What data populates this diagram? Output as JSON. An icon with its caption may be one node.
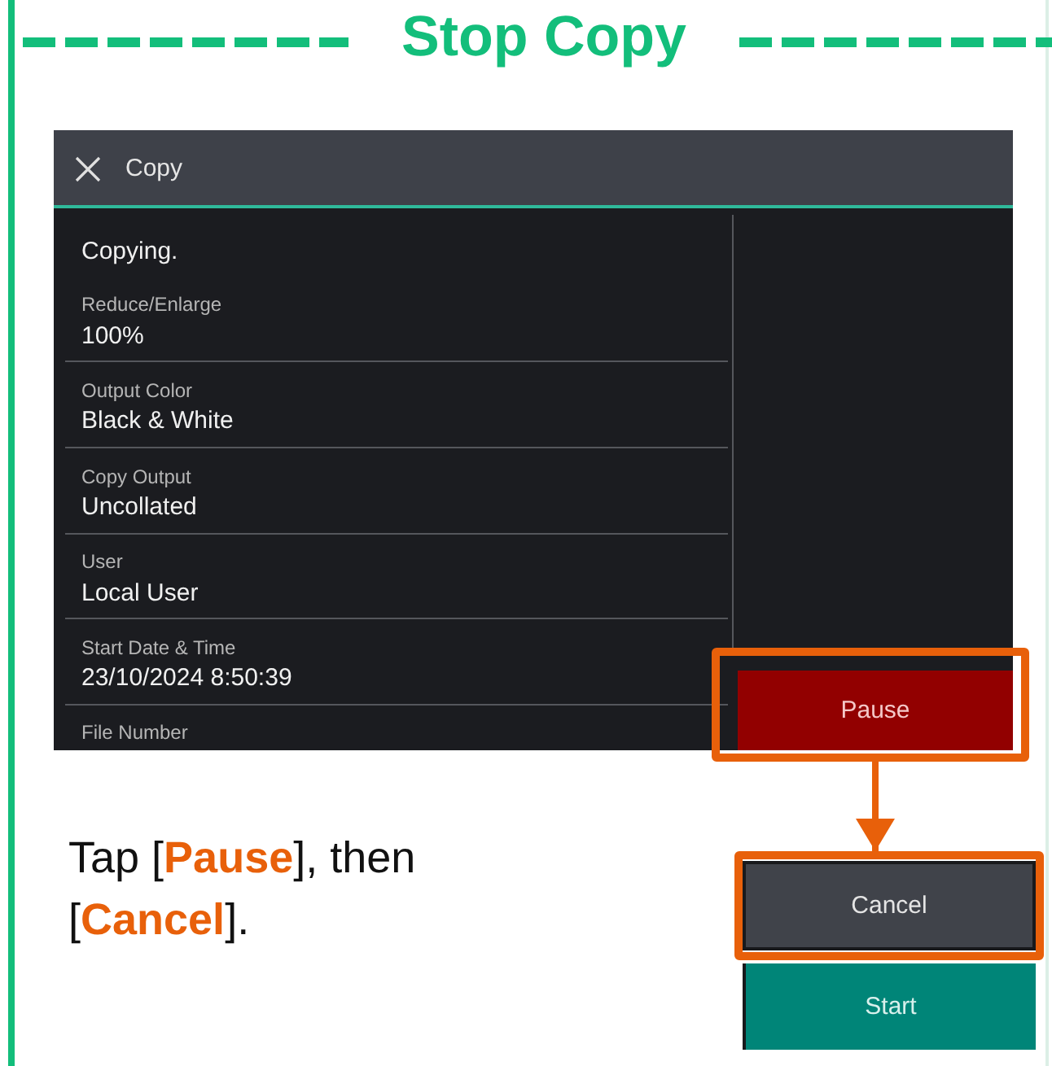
{
  "diagram": {
    "title": "Stop Copy",
    "nodes": [
      {
        "text": [
          "Pause"
        ]
      },
      {
        "text": [
          "Cancel"
        ]
      },
      {
        "text": [
          "Start"
        ]
      }
    ],
    "edges": [
      {
        "from": 0,
        "to": 1,
        "arrow": "to",
        "color": "#e8600a"
      }
    ],
    "labels": [
      "Copy",
      "Copying.",
      "Reduce/Enlarge",
      "100%",
      "Output Color",
      "Black & White",
      "Copy Output",
      "Uncollated",
      "User",
      "Local User",
      "Start Date & Time",
      "23/10/2024 8:50:39",
      "File Number",
      "Tap [**Pause**], then [**Cancel**]."
    ]
  }
}
